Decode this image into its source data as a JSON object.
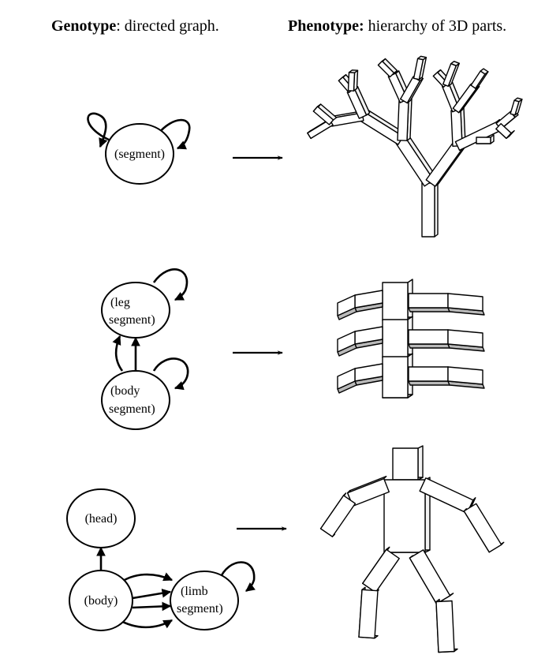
{
  "header": {
    "genotype": {
      "bold": "Genotype",
      "rest": ": directed graph."
    },
    "phenotype": {
      "bold": "Phenotype:",
      "rest": " hierarchy of 3D parts."
    }
  },
  "rows": [
    {
      "nodes": [
        {
          "lines": [
            "(segment)"
          ]
        }
      ]
    },
    {
      "nodes": [
        {
          "lines": [
            "(leg",
            "segment)"
          ]
        },
        {
          "lines": [
            "(body",
            "segment)"
          ]
        }
      ]
    },
    {
      "nodes": [
        {
          "lines": [
            "(head)"
          ]
        },
        {
          "lines": [
            "(body)"
          ]
        },
        {
          "lines": [
            "(limb",
            "segment)"
          ]
        }
      ]
    }
  ]
}
